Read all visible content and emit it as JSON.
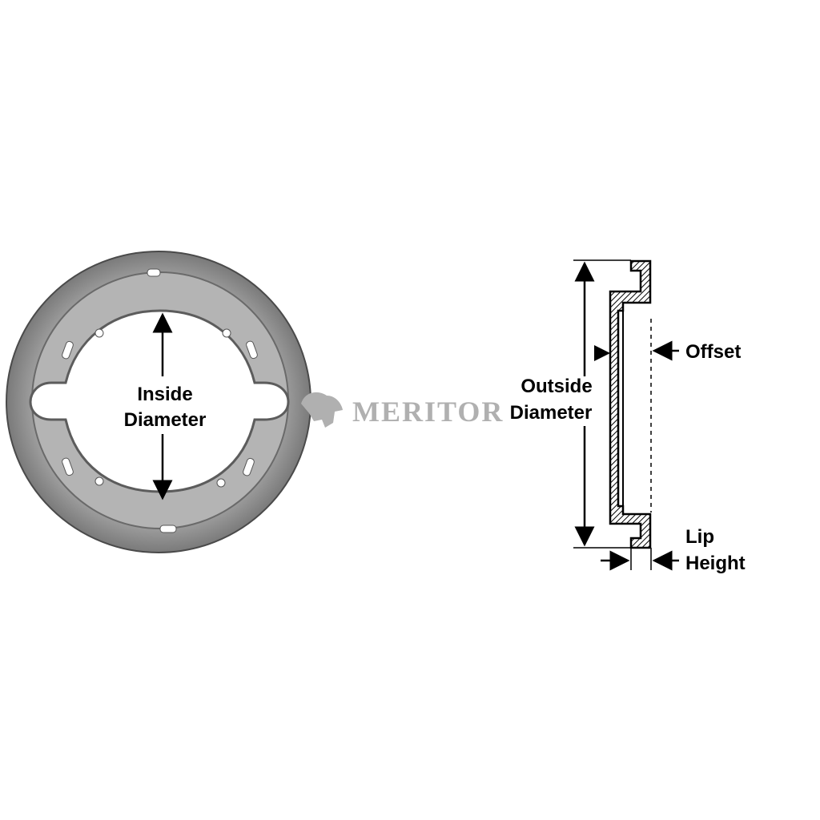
{
  "labels": {
    "inside_line1": "Inside",
    "inside_line2": "Diameter",
    "outside_line1": "Outside",
    "outside_line2": "Diameter",
    "offset": "Offset",
    "lip_line1": "Lip",
    "lip_line2": "Height"
  },
  "watermark": {
    "text": "MERITOR",
    "icon": "bull-logo-icon"
  },
  "colors": {
    "ring_fill": "#a9a9a9",
    "ring_edge": "#5e5e5e",
    "ring_inner": "#b8b8b8",
    "watermark": "#b0b0b0",
    "ink": "#000000"
  }
}
